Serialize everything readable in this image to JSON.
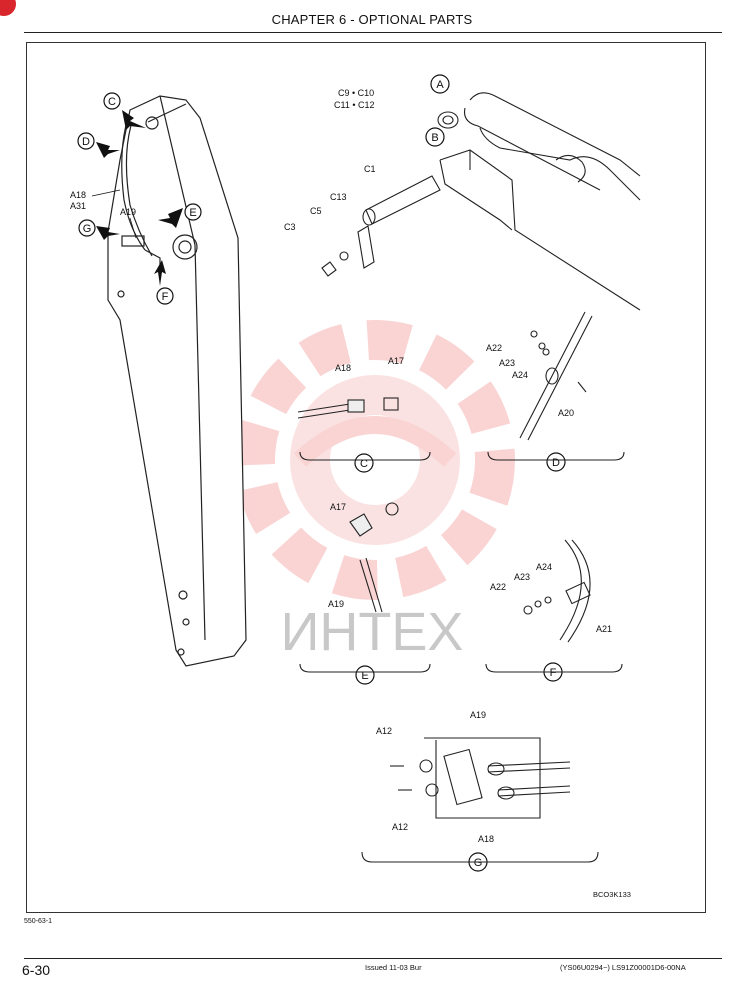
{
  "header": {
    "title": "CHAPTER 6 - OPTIONAL PARTS"
  },
  "labels": {
    "C": "C",
    "D": "D",
    "E": "E",
    "F": "F",
    "G": "G",
    "A": "A",
    "B": "B",
    "A18": "A18",
    "A31": "A31",
    "A19": "A19",
    "A17": "A17",
    "A20": "A20",
    "A21": "A21",
    "A22": "A22",
    "A23": "A23",
    "A24": "A24",
    "A12": "A12",
    "C1": "C1",
    "C3": "C3",
    "C5": "C5",
    "C13": "C13",
    "C9C10": "C9 • C10",
    "C11C12": "C11 • C12"
  },
  "watermark": {
    "text": "ИНТЕХ",
    "color": "#f4a0a0"
  },
  "figure_code": "BCO3K133",
  "footer": {
    "ref": "550-63-1",
    "page": "6-30",
    "issued": "Issued 11-03   Bur",
    "code": "(YS06U0294~)   LS91Z00001D6-00NA"
  },
  "colors": {
    "accent": "#d9262c",
    "line": "#222222"
  }
}
